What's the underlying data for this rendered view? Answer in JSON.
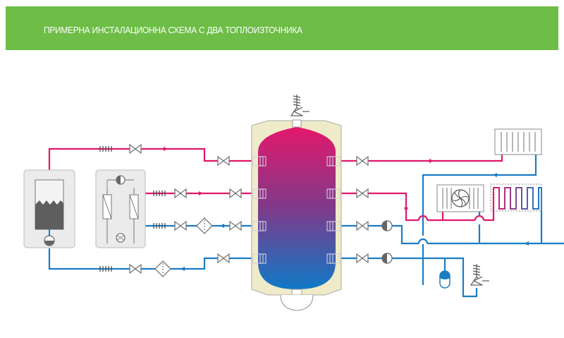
{
  "header": {
    "title": "ПРИМЕРНА ИНСТАЛАЦИОННА СХЕМА С ДВА ТОПЛОИЗТОЧНИКА"
  },
  "colors": {
    "banner": "#6dbd47",
    "hot_pipe": "#e0186b",
    "cold_pipe": "#1c7cc4",
    "equipment": "#808080",
    "tank_shell": "#efebc9"
  },
  "components": {
    "boiler": "solid-fuel-boiler",
    "heat_pump": "heat-pump",
    "buffer_tank": "buffer-tank",
    "radiator": "radiator",
    "fan_coil": "fan-coil",
    "floor_heating": "floor-heating",
    "expansion_vessel": "expansion-vessel",
    "safety_valve": "safety-valve"
  }
}
